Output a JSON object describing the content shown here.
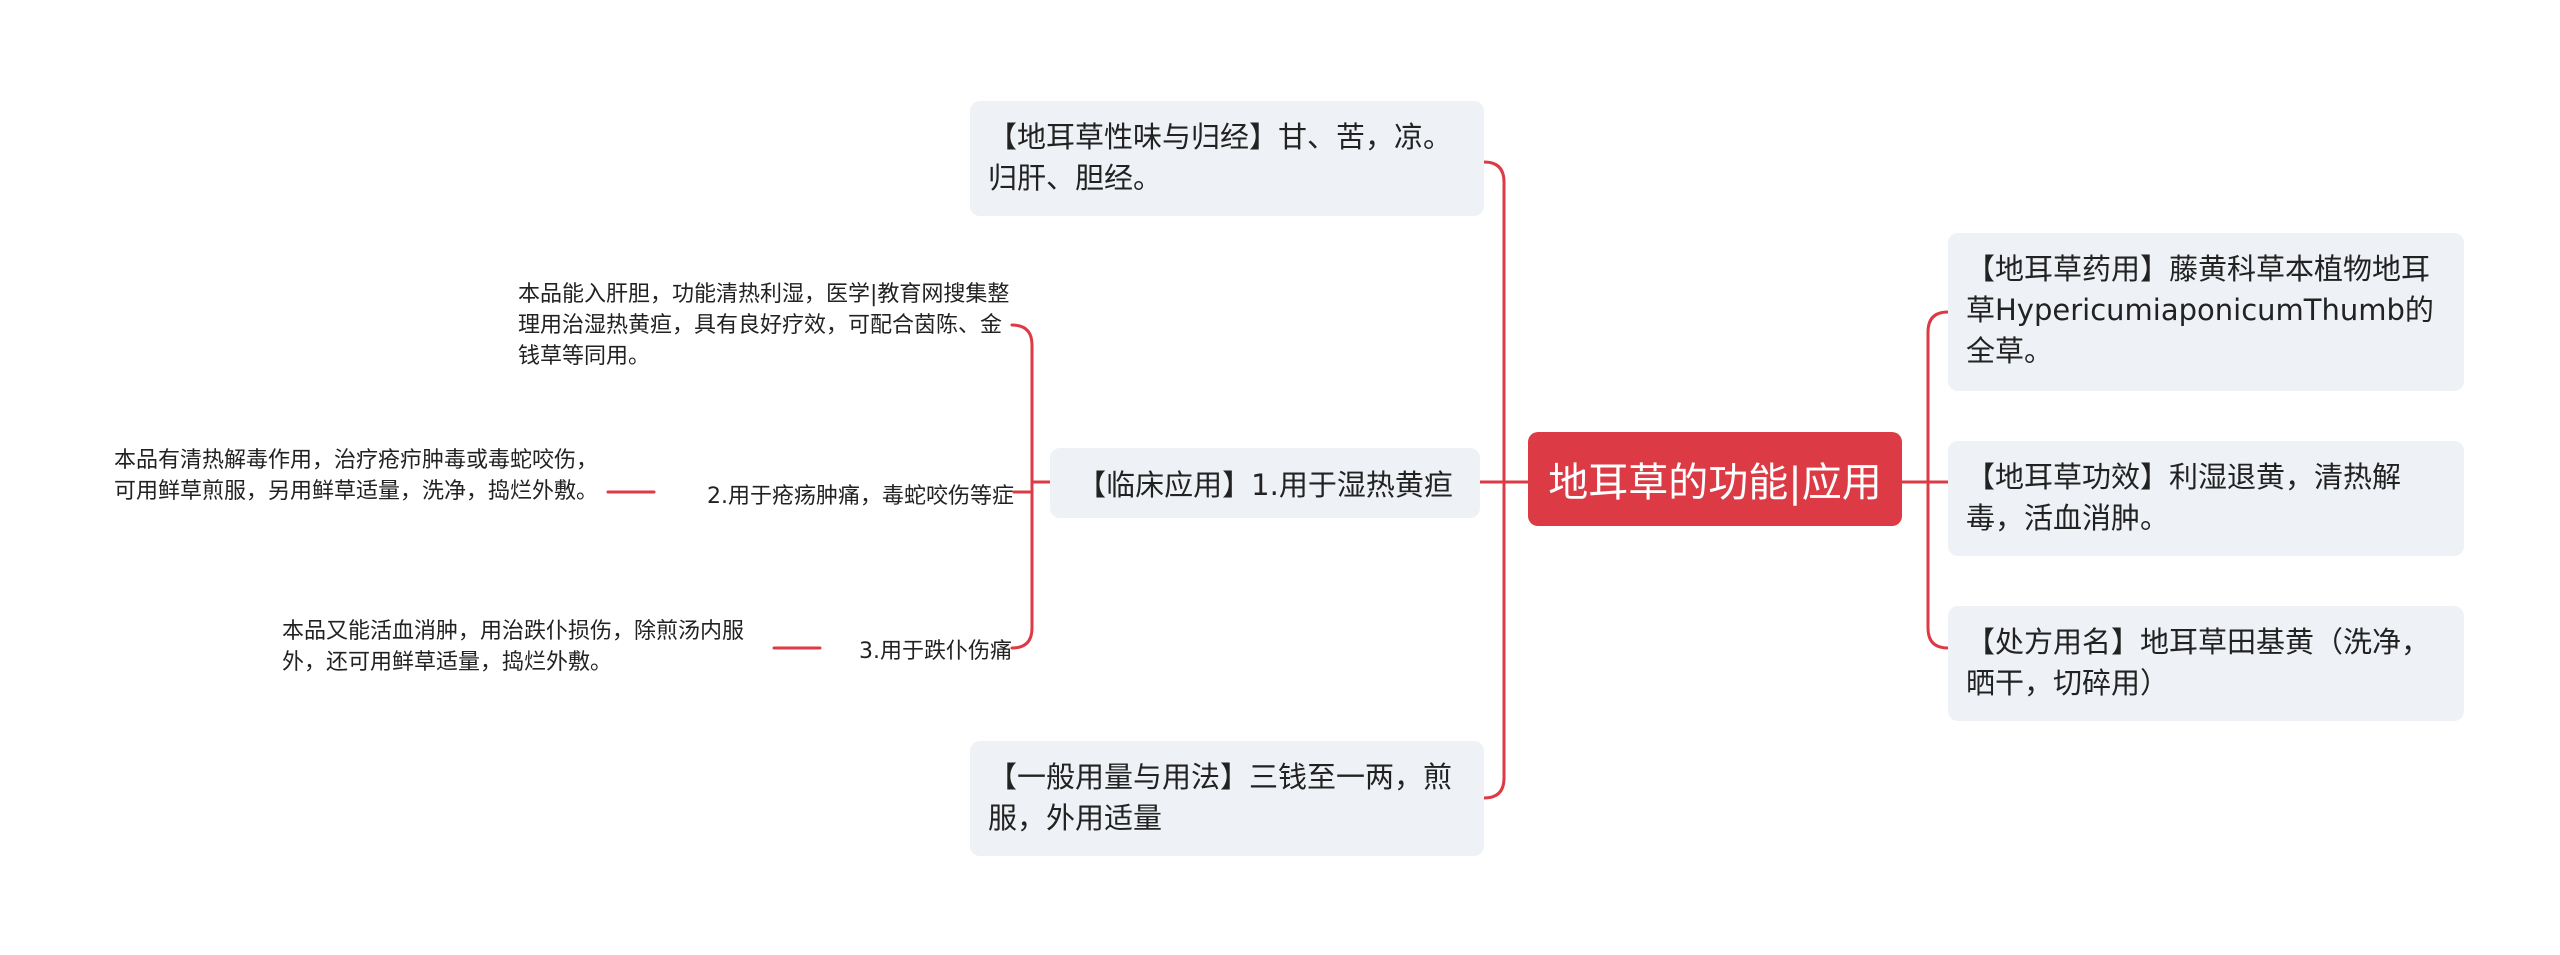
{
  "root": {
    "label": "地耳草的功能|应用"
  },
  "left": {
    "taste": "【地耳草性味与归经】甘、苦，凉。归肝、胆经。",
    "clinical": {
      "label": "【临床应用】1.用于湿热黄疸",
      "detail_1": "本品能入肝胆，功能清热利湿，医学|教育网搜集整理用治湿热黄疸，具有良好疗效，可配合茵陈、金钱草等同用。",
      "item_2": "2.用于疮疡肿痛，毒蛇咬伤等症",
      "detail_2": "本品有清热解毒作用，治疗疮疖肿毒或毒蛇咬伤，可用鲜草煎服，另用鲜草适量，洗净，捣烂外敷。",
      "item_3": "3.用于跌仆伤痛",
      "detail_3": "本品又能活血消肿，用治跌仆损伤，除煎汤内服外，还可用鲜草适量，捣烂外敷。"
    },
    "dosage": "【一般用量与用法】三钱至一两，煎服，外用适量"
  },
  "right": {
    "medicinal": "【地耳草药用】藤黄科草本植物地耳草HypericumiaponicumThumb的全草。",
    "efficacy": "【地耳草功效】利湿退黄，清热解毒，活血消肿。",
    "prescription": "【处方用名】地耳草田基黄（洗净，晒干，切碎用）"
  },
  "colors": {
    "accent": "#dc3b45",
    "box": "#eef1f5",
    "text": "#222222"
  }
}
